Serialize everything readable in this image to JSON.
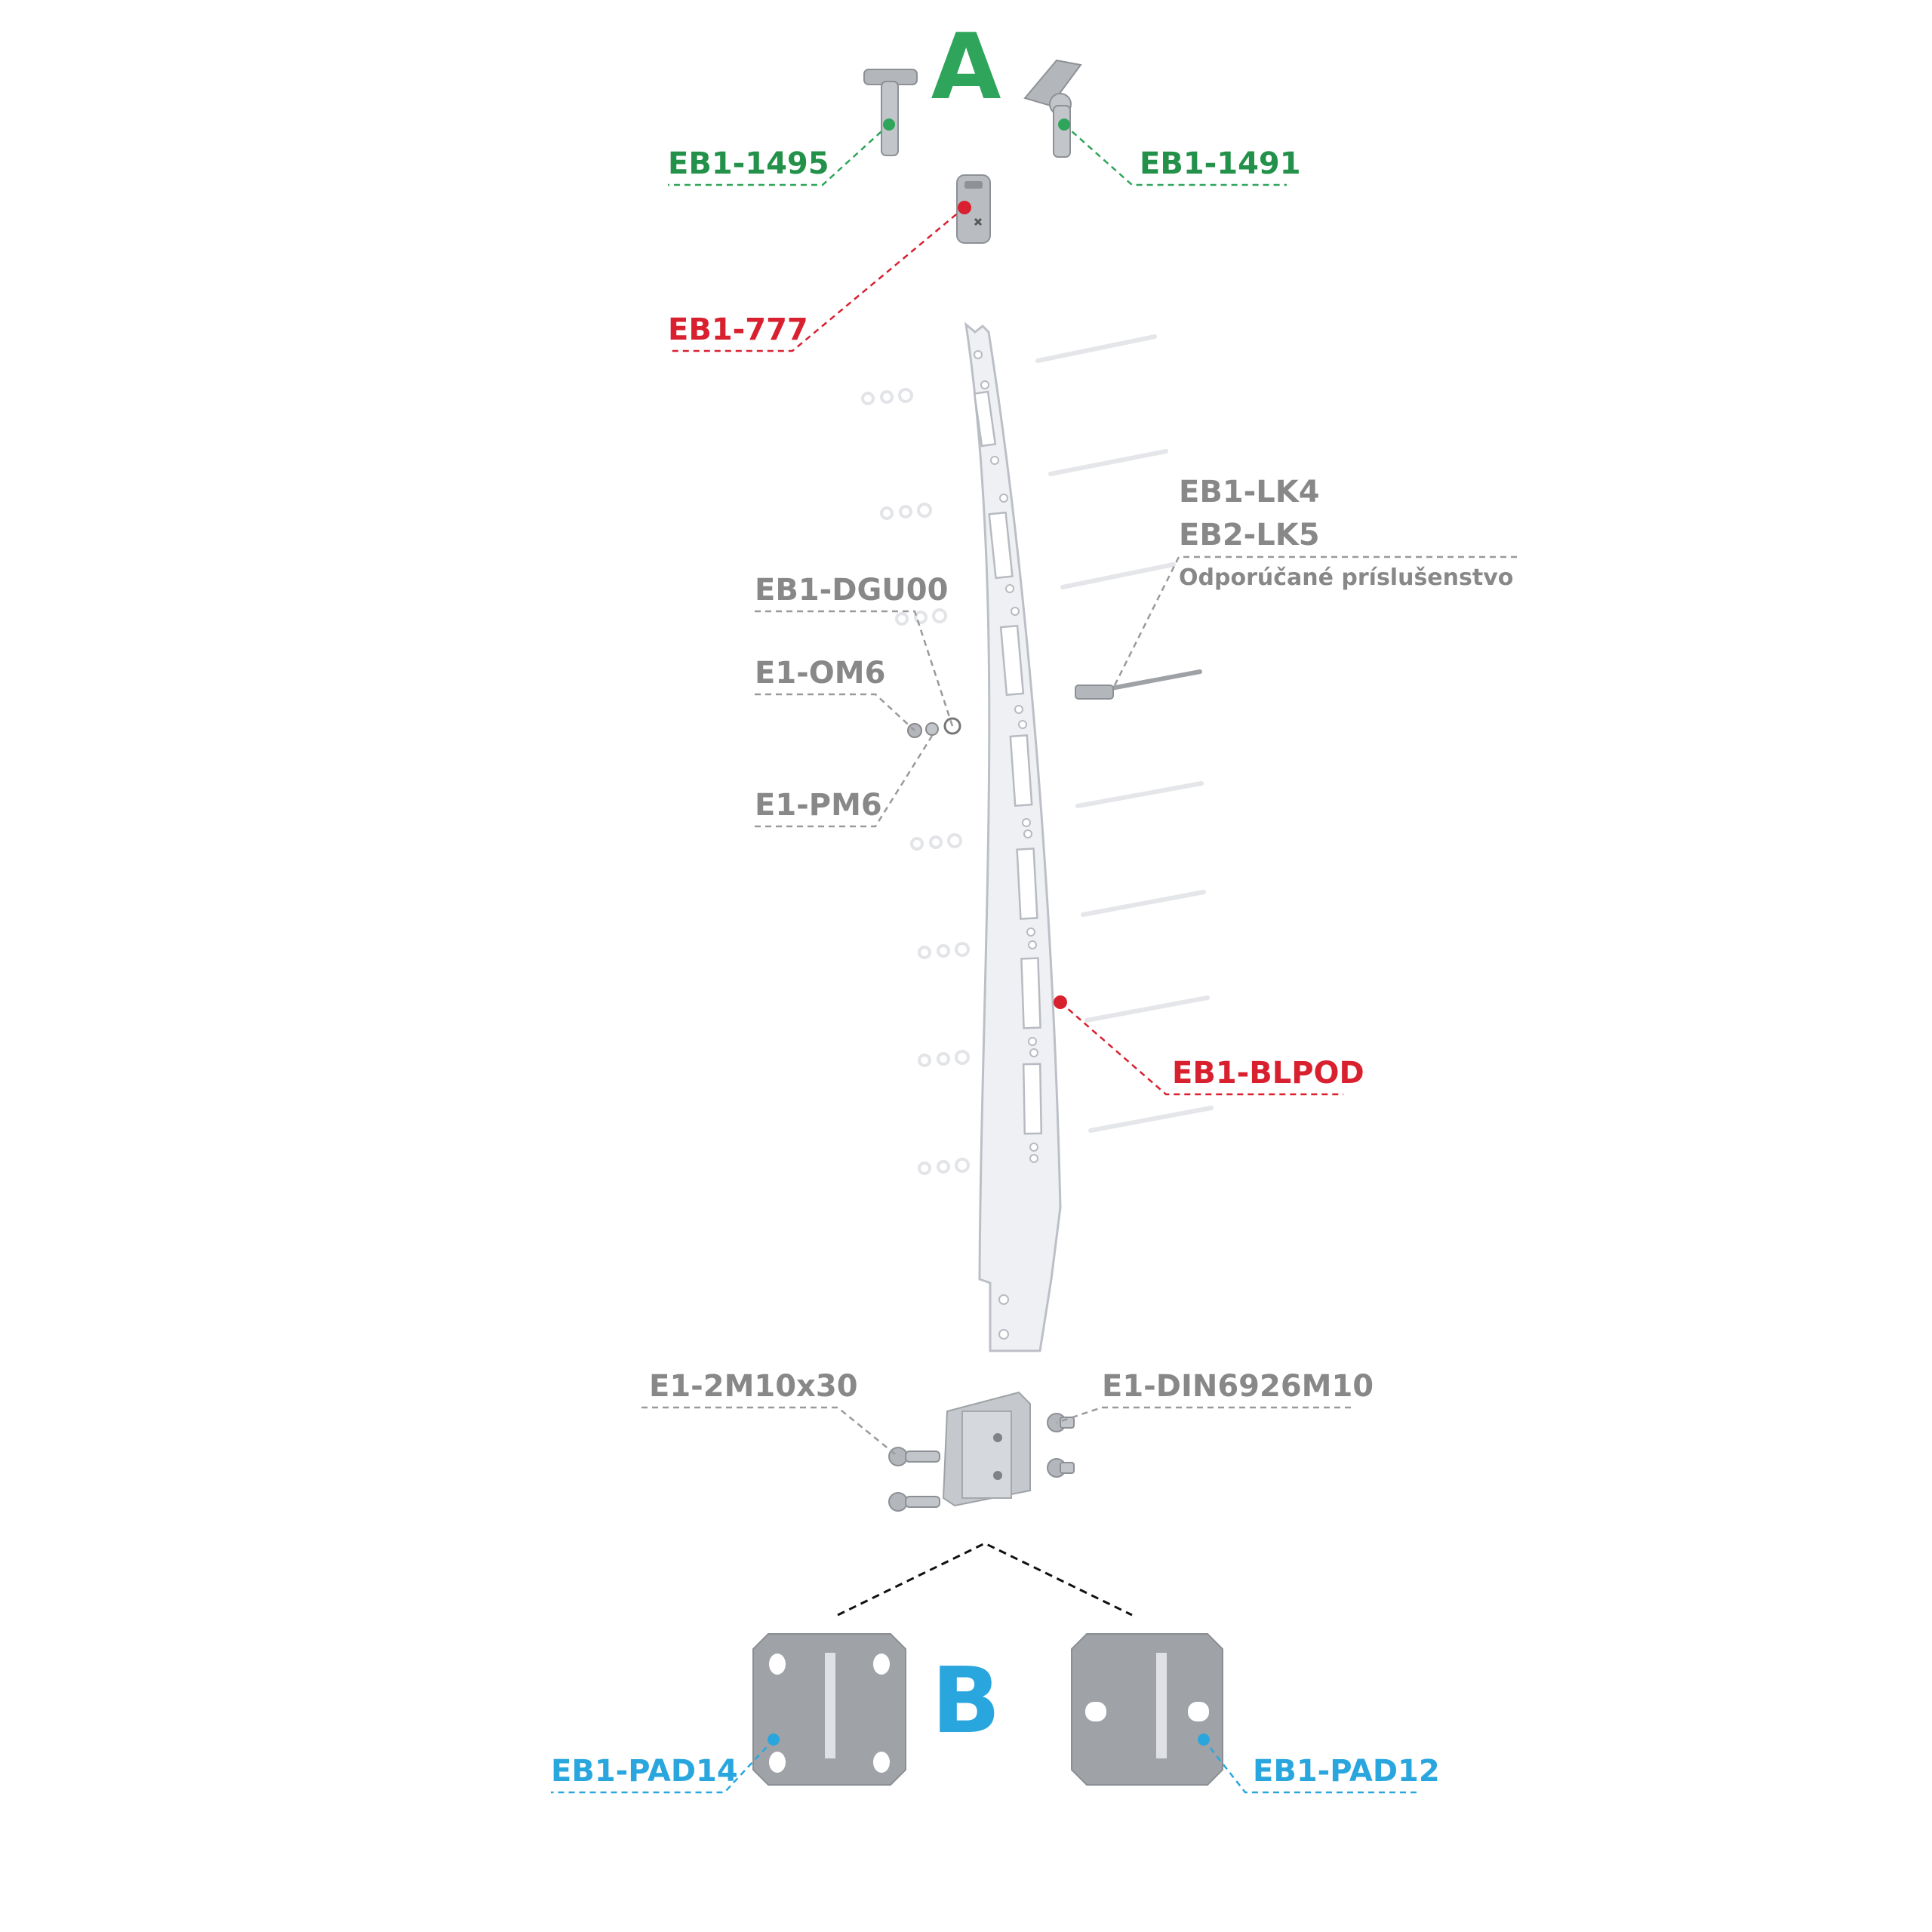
{
  "groups": {
    "a": {
      "letter": "A",
      "color": "#2ea55a"
    },
    "b": {
      "letter": "B",
      "color": "#2aa6de"
    }
  },
  "colors": {
    "green_label": "#23914a",
    "red_label": "#d8202f",
    "gray_label": "#888888",
    "blue_label": "#2aa6de",
    "part_metal": "#b3b7bc",
    "post_fill": "#eef0f3",
    "base_plate": "#9fa3a8"
  },
  "parts": {
    "handrail_t": "EB1-1495",
    "handrail_swivel": "EB1-1491",
    "connector": "EB1-777",
    "glass_clamp": "EB1-LK4",
    "glass_clamp_alt": "EB2-LK5",
    "recommended": "Odporúčané príslušenstvo",
    "washer_cap": "EB1-DGU00",
    "nut_cap": "E1-OM6",
    "washer": "E1-PM6",
    "post": "EB1-BLPOD",
    "bolt": "E1-2M10x30",
    "nut_din": "E1-DIN6926M10",
    "pad14": "EB1-PAD14",
    "pad12": "EB1-PAD12"
  }
}
